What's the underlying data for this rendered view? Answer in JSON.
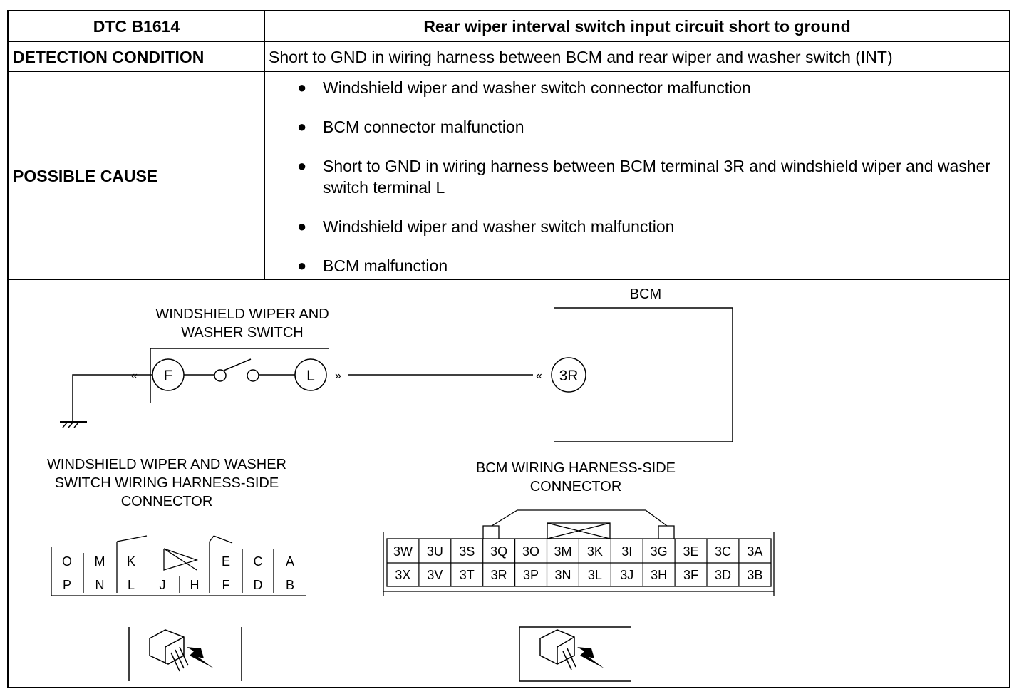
{
  "table": {
    "dtc_code": "DTC B1614",
    "dtc_title": "Rear wiper interval switch input circuit short to ground",
    "detection_label": "DETECTION CONDITION",
    "detection_text": "Short to GND in wiring harness between BCM and rear wiper and washer switch (INT)",
    "cause_label": "POSSIBLE CAUSE",
    "causes": [
      "Windshield wiper and washer switch connector malfunction",
      "BCM connector malfunction",
      "Short to GND in wiring harness between BCM terminal 3R and windshield wiper and washer switch terminal L",
      "Windshield wiper and washer switch malfunction",
      "BCM malfunction"
    ]
  },
  "diagram": {
    "switch_title_1": "WINDSHIELD WIPER AND",
    "switch_title_2": "WASHER SWITCH",
    "bcm_title": "BCM",
    "terminal_f": "F",
    "terminal_l": "L",
    "terminal_3r": "3R",
    "switch_conn_1": "WINDSHIELD WIPER AND WASHER",
    "switch_conn_2": "SWITCH WIRING HARNESS-SIDE",
    "switch_conn_3": "CONNECTOR",
    "bcm_conn_1": "BCM WIRING HARNESS-SIDE",
    "bcm_conn_2": "CONNECTOR",
    "switch_pins_top": [
      "O",
      "M",
      "K",
      "",
      "E",
      "C",
      "A"
    ],
    "switch_pins_bottom": [
      "P",
      "N",
      "L",
      "J",
      "H",
      "F",
      "D",
      "B"
    ],
    "bcm_pins_top": [
      "3W",
      "3U",
      "3S",
      "3Q",
      "3O",
      "3M",
      "3K",
      "3I",
      "3G",
      "3E",
      "3C",
      "3A"
    ],
    "bcm_pins_bottom": [
      "3X",
      "3V",
      "3T",
      "3R",
      "3P",
      "3N",
      "3L",
      "3J",
      "3H",
      "3F",
      "3D",
      "3B"
    ]
  }
}
